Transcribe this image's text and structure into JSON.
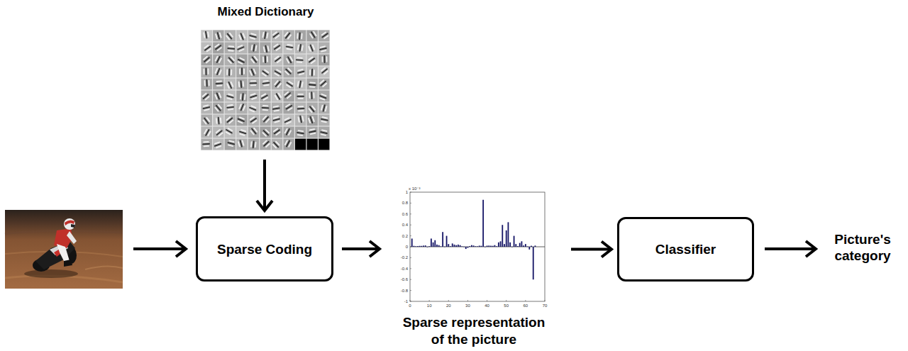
{
  "diagram": {
    "nodes": [
      {
        "text": [
          "Mixed Dictionary"
        ]
      },
      {
        "text": [
          "Sparse Coding"
        ]
      },
      {
        "text": [
          "Sparse representation of the picture"
        ]
      },
      {
        "text": [
          "Classifier"
        ]
      }
    ],
    "edges": [
      {
        "from": 0,
        "to": 1,
        "arrow": "to"
      },
      {
        "from": 1,
        "to": 2,
        "arrow": "to"
      },
      {
        "from": 2,
        "to": 3,
        "arrow": "to"
      }
    ],
    "labels": [
      "0",
      "10",
      "20",
      "30",
      "40",
      "50",
      "60",
      "70",
      "1",
      "0.8",
      "0.6",
      "0.4",
      "0.2",
      "0",
      "-0.2",
      "-0.4",
      "-0.6",
      "-0.8",
      "-1",
      "x 10⁻³",
      "Picture's category"
    ]
  }
}
